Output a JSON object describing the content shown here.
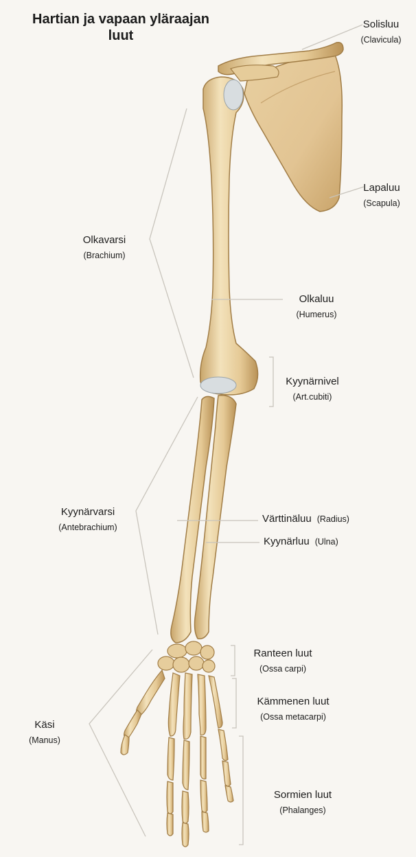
{
  "title": "Hartian ja vapaan yläraajan luut",
  "labels": {
    "clavicula": {
      "name": "Solisluu",
      "latin": "(Clavicula)"
    },
    "scapula": {
      "name": "Lapaluu",
      "latin": "(Scapula)"
    },
    "brachium": {
      "name": "Olkavarsi",
      "latin": "(Brachium)"
    },
    "humerus": {
      "name": "Olkaluu",
      "latin": "(Humerus)"
    },
    "cubiti": {
      "name": "Kyynärnivel",
      "latin": "(Art.cubiti)"
    },
    "antebrachium": {
      "name": "Kyynärvarsi",
      "latin": "(Antebrachium)"
    },
    "radius": {
      "name": "Värttinäluu",
      "latin": "(Radius)"
    },
    "ulna": {
      "name": "Kyynärluu",
      "latin": "(Ulna)"
    },
    "carpi": {
      "name": "Ranteen luut",
      "latin": "(Ossa carpi)"
    },
    "metacarpi": {
      "name": "Kämmenen luut",
      "latin": "(Ossa metacarpi)"
    },
    "manus": {
      "name": "Käsi",
      "latin": "(Manus)"
    },
    "phalanges": {
      "name": "Sormien luut",
      "latin": "(Phalanges)"
    }
  },
  "colors": {
    "bone": "#ecd6a8",
    "bone_shade": "#c9a66b",
    "bone_outline": "#a07c45",
    "cartilage": "#d8dde0",
    "leader": "#c8c4bc"
  }
}
